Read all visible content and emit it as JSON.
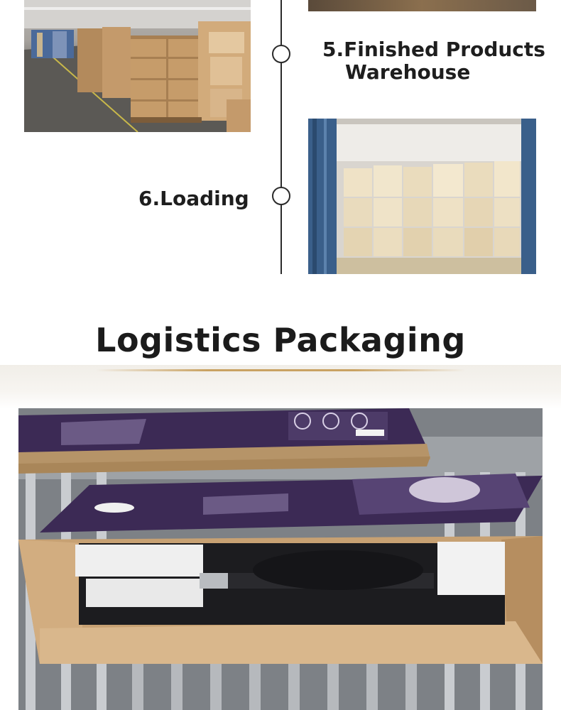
{
  "steps": [
    {
      "label_line1": "5.Finished Products",
      "label_line2": "Warehouse"
    },
    {
      "label": "6.Loading"
    }
  ],
  "section": {
    "title": "Logistics Packaging"
  },
  "photos": {
    "warehouse": "finished-products-warehouse-photo",
    "loading": "container-loading-photo",
    "packaging": "product-packaging-photo"
  },
  "colors": {
    "line": "#2b2b2b",
    "text": "#1e1e1e",
    "gold": "#c9a262",
    "purple_box": "#3c2a55"
  }
}
